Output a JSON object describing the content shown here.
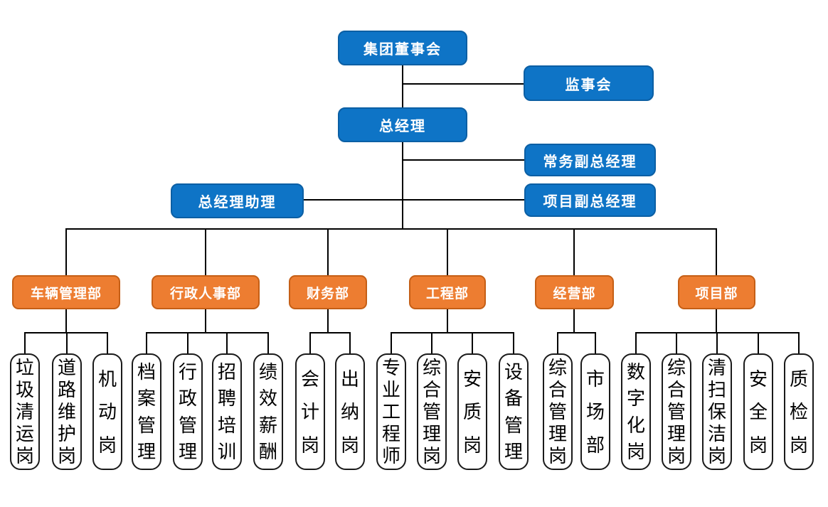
{
  "diagram": {
    "type": "org-chart",
    "colors": {
      "executive_node": "#0e74c6",
      "department_node": "#ed7d31",
      "department_border": "#c55f16",
      "position_node_border": "#1a1a1a",
      "connector": "#000000",
      "background": "#ffffff"
    }
  },
  "top_nodes": [
    {
      "id": "board",
      "label": "集团董事会"
    },
    {
      "id": "supervisory",
      "label": "监事会"
    },
    {
      "id": "general-manager",
      "label": "总经理"
    },
    {
      "id": "executive-deputy-gm",
      "label": "常务副总经理"
    },
    {
      "id": "gm-assistant",
      "label": "总经理助理"
    },
    {
      "id": "project-deputy-gm",
      "label": "项目副总经理"
    }
  ],
  "departments": [
    {
      "label": "车辆管理部",
      "children": [
        "垃圾清运岗",
        "道路维护岗",
        "机动岗"
      ]
    },
    {
      "label": "行政人事部",
      "children": [
        "档案管理",
        "行政管理",
        "招聘培训",
        "绩效薪酬"
      ]
    },
    {
      "label": "财务部",
      "children": [
        "会计岗",
        "出纳岗"
      ]
    },
    {
      "label": "工程部",
      "children": [
        "专业工程师",
        "综合管理岗",
        "安质岗",
        "设备管理"
      ]
    },
    {
      "label": "经营部",
      "children": [
        "综合管理岗",
        "市场部"
      ]
    },
    {
      "label": "项目部",
      "children": [
        "数字化岗",
        "综合管理岗",
        "清扫保洁岗",
        "安全岗",
        "质检岗"
      ]
    }
  ]
}
